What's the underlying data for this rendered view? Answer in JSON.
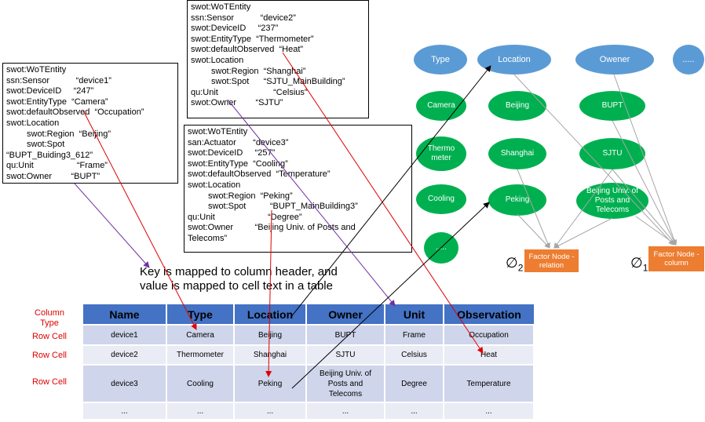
{
  "records": {
    "device1": {
      "wot_entity": "swot:WoTEntity",
      "sensor": "ssn:Sensor           “device1”",
      "device_id": "swot:DeviceID     “247”",
      "entity_type": "swot:EntityType  “Camera”",
      "default_observed": "swot:defaultObserved  “Occupation”",
      "location": "swot:Location",
      "region": "swot:Region  “Beijing”",
      "spot": "swot:Spot",
      "spot_value": "“BUPT_Buiding3_612”",
      "unit": "qu:Unit                  “Frame”",
      "owner": "swot:Owner        “BUPT”"
    },
    "device2": {
      "wot_entity": "swot:WoTEntity",
      "sensor": "ssn:Sensor           “device2”",
      "device_id": "swot:DeviceID     “237”",
      "entity_type": "swot:EntityType  “Thermometer”",
      "default_observed": "swot:defaultObserved  “Heat”",
      "location": "swot:Location",
      "region": "swot:Region  “Shanghai”",
      "spot": "swot:Spot      “SJTU_MainBuilding”",
      "unit": "qu:Unit                       “Celsius”",
      "owner": "swot:Owner        “SJTU”"
    },
    "device3": {
      "wot_entity": "swot:WoTEntity",
      "actuator": "san:Actuator       “device3”",
      "device_id": "swot:DeviceID     “257”",
      "entity_type": "swot:EntityType  “Cooling”",
      "default_observed": "swot:defaultObserved  “Temperature”",
      "location": "swot:Location",
      "region": "swot:Region  “Peking”",
      "spot": "swot:Spot          “BUPT_MainBuilding3”",
      "unit": "qu:Unit                      “Degree”",
      "owner": "swot:Owner         “Beijing Univ. of Posts and",
      "owner_cont": "Telecoms”"
    }
  },
  "caption": {
    "line1": "Key is mapped to column header, and",
    "line2": "value is mapped to cell text in a table"
  },
  "row_labels": {
    "column_type": "Column\nType",
    "row_cell_1": "Row Cell",
    "row_cell_2": "Row Cell",
    "row_cell_3": "Row Cell"
  },
  "table": {
    "headers": [
      "Name",
      "Type",
      "Location",
      "Owner",
      "Unit",
      "Observation"
    ],
    "rows": [
      [
        "device1",
        "Camera",
        "Beijing",
        "BUPT",
        "Frame",
        "Occupation"
      ],
      [
        "device2",
        "Thermometer",
        "Shanghai",
        "SJTU",
        "Celsius",
        "Heat"
      ],
      [
        "device3",
        "Cooling",
        "Peking",
        "Beijing Univ. of Posts and Telecoms",
        "Degree",
        "Temperature"
      ],
      [
        "...",
        "...",
        "...",
        "...",
        "...",
        "..."
      ]
    ]
  },
  "graph": {
    "types": [
      "Type",
      "Location",
      "Owener",
      "....."
    ],
    "type_col": [
      "Camera",
      "Thermo meter",
      "Cooling",
      "....."
    ],
    "location_col": [
      "Beijing",
      "Shanghai",
      "Peking"
    ],
    "owner_col": [
      "BUPT",
      "SJTU",
      "Beijing Univ. of Posts and Telecoms"
    ],
    "factor_relation": "Factor Node - relation",
    "factor_column": "Factor Node - column",
    "phi_relation_symbol": "∅",
    "phi_relation_sub": "2",
    "phi_column_symbol": "∅",
    "phi_column_sub": "1"
  },
  "colors": {
    "blue_node": "#5b9bd5",
    "green_node": "#00b050",
    "factor_node": "#ed7d31",
    "table_header": "#4472c4",
    "red_arrow": "#e00000",
    "purple_arrow": "#7030a0",
    "black_arrow": "#000000",
    "gray_edge": "#a6a6a6"
  }
}
